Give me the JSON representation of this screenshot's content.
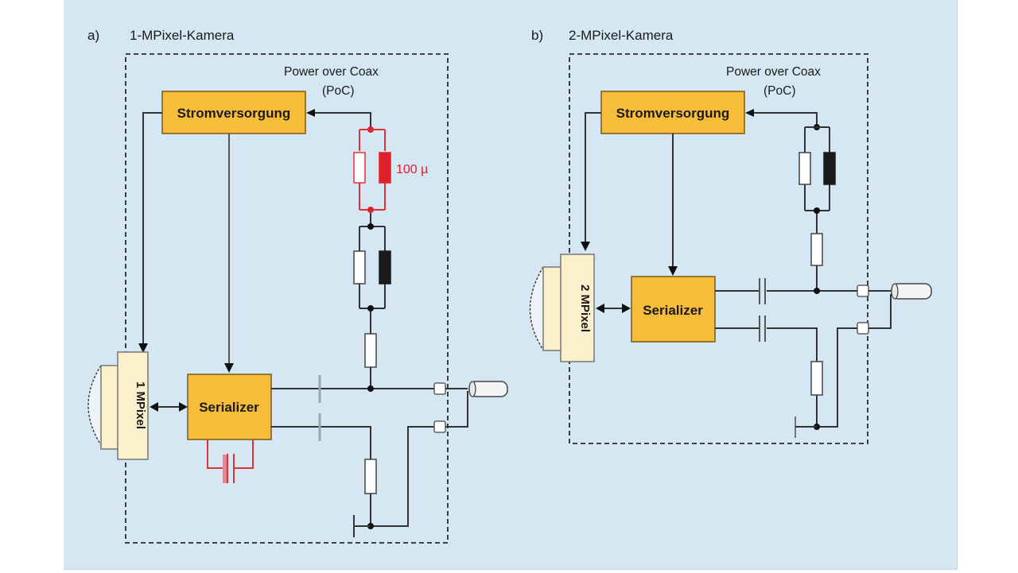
{
  "figure": {
    "panels": [
      {
        "id": "a",
        "tag": "a)",
        "title": "1-MPixel-Kamera",
        "poc_label_line1": "Power over Coax",
        "poc_label_line2": "(PoC)",
        "power_block": "Stromversorgung",
        "serializer_block": "Serializer",
        "sensor_label": "1 MPixel",
        "highlight_label": "100 µ",
        "highlight_color": "#e0202a"
      },
      {
        "id": "b",
        "tag": "b)",
        "title": "2-MPixel-Kamera",
        "poc_label_line1": "Power over Coax",
        "poc_label_line2": "(PoC)",
        "power_block": "Stromversorgung",
        "serializer_block": "Serializer",
        "sensor_label": "2 MPixel"
      }
    ],
    "colors": {
      "background": "#d5e7f3",
      "block_fill": "#f7bd3a",
      "sensor_fill": "#faf1cc",
      "accent_red": "#e0202a"
    }
  }
}
